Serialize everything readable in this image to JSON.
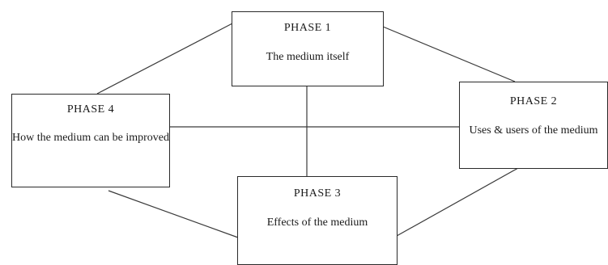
{
  "diagram": {
    "phases": [
      {
        "title": "PHASE 1",
        "description": "The medium itself"
      },
      {
        "title": "PHASE 2",
        "description": "Uses & users of the medium"
      },
      {
        "title": "PHASE 3",
        "description": "Effects of the medium"
      },
      {
        "title": "PHASE 4",
        "description": "How the medium can be improved"
      }
    ],
    "connections": [
      [
        "PHASE 1",
        "PHASE 2"
      ],
      [
        "PHASE 1",
        "PHASE 4"
      ],
      [
        "PHASE 1",
        "PHASE 3"
      ],
      [
        "PHASE 4",
        "PHASE 2"
      ],
      [
        "PHASE 4",
        "PHASE 3"
      ],
      [
        "PHASE 3",
        "PHASE 2"
      ]
    ],
    "colors": {
      "border": "#2a2a2a",
      "line": "#3a3a3a",
      "background": "#ffffff"
    }
  }
}
